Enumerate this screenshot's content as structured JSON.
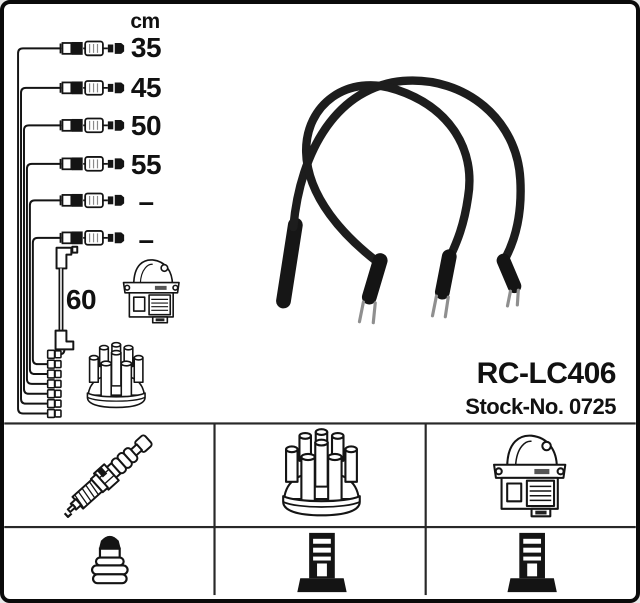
{
  "product": {
    "code": "RC-LC406",
    "stock_no": "Stock-No. 0725"
  },
  "measurements": {
    "unit_label": "cm",
    "cable_lengths": [
      "35",
      "45",
      "50",
      "55",
      "–",
      "–"
    ],
    "coil_cable_length": "60"
  },
  "legend": {
    "components_row": [
      "spark-plug",
      "distributor-cap",
      "ignition-coil"
    ],
    "terminals_row": [
      "spark-plug-terminal-nut",
      "distributor-terminal",
      "coil-terminal"
    ]
  },
  "colors": {
    "background": "#ffffff",
    "frame": "#0a0a0a",
    "line_art": "#141414",
    "grid_line": "#282828",
    "photo_cable": "#1d1d1d",
    "metal_pin": "#8f8f8f"
  }
}
